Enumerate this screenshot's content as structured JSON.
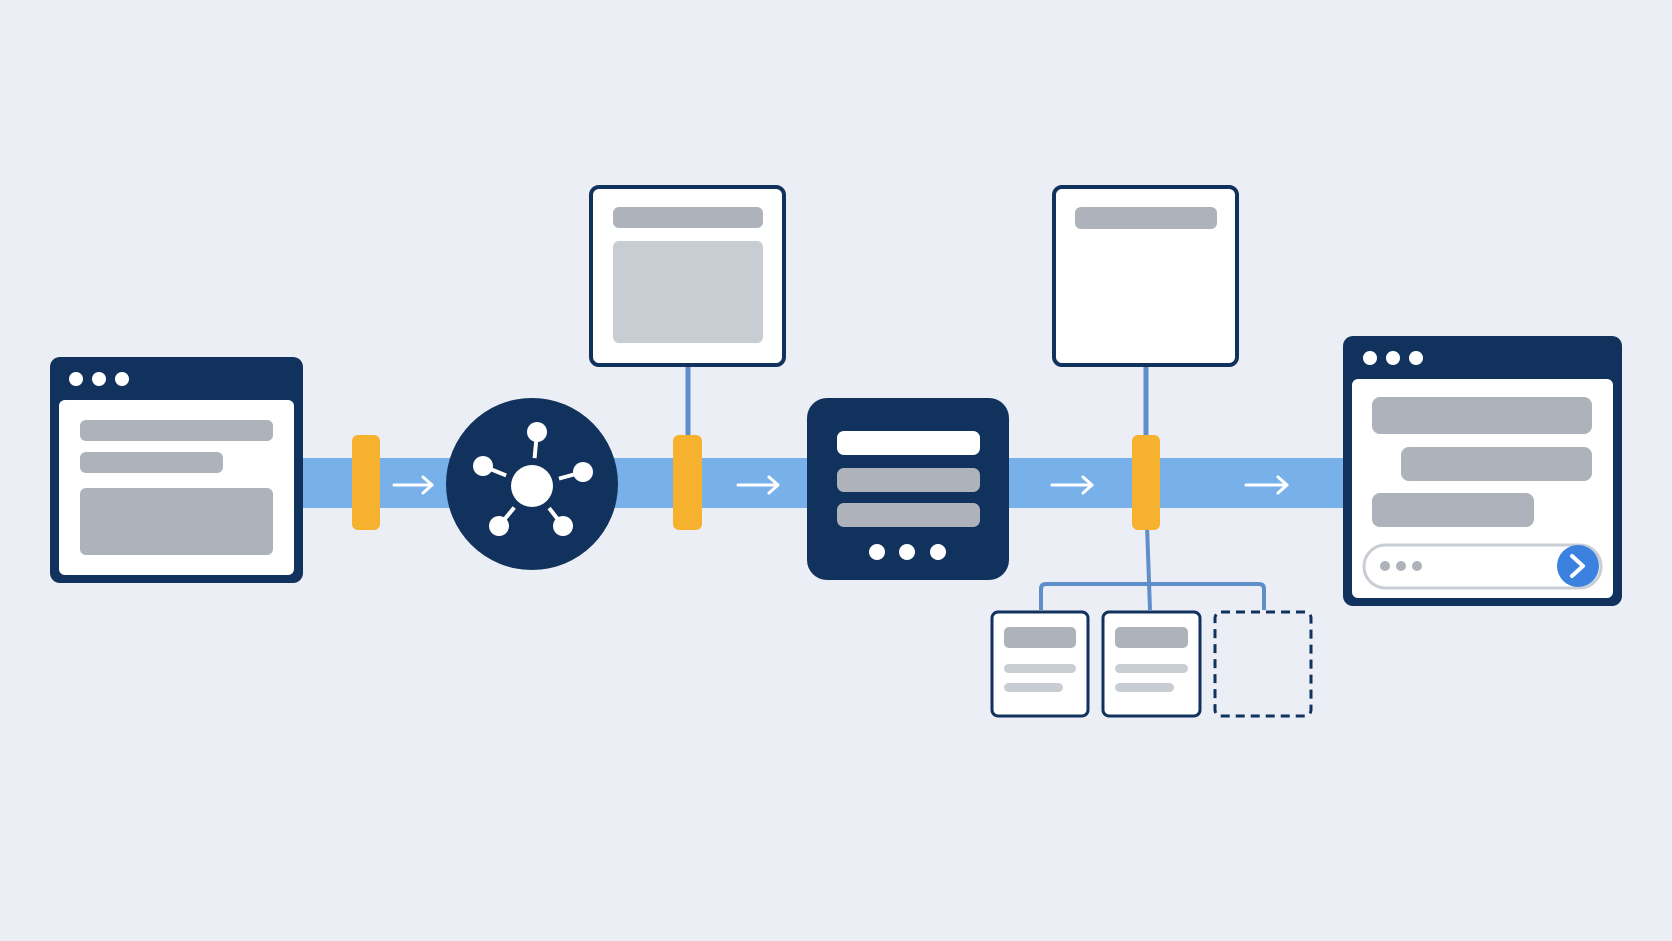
{
  "colors": {
    "background": "#EBEEF4",
    "navy": "#12325E",
    "pipe": "#78B0EA",
    "connector": "#5F8FC9",
    "gate": "#F6B12F",
    "placeholder": "#ADB2BB",
    "placeholder_light": "#C8CCD3",
    "white": "#FFFFFF",
    "send_button": "#3B82E0"
  },
  "diagram": {
    "flow_direction": "left-to-right",
    "nodes": [
      {
        "id": "source-window",
        "kind": "browser-window"
      },
      {
        "id": "hub",
        "kind": "network-hub-icon"
      },
      {
        "id": "processor",
        "kind": "server-card"
      },
      {
        "id": "chat-window",
        "kind": "browser-window-with-input"
      }
    ],
    "side_cards": [
      {
        "id": "top-card-1",
        "attached_to_gate": 2
      },
      {
        "id": "top-card-2",
        "attached_to_gate": 3
      }
    ],
    "gates": 3,
    "arrows": 4,
    "branch_cards": [
      {
        "id": "branch-card-1",
        "style": "solid"
      },
      {
        "id": "branch-card-2",
        "style": "solid"
      },
      {
        "id": "branch-card-3",
        "style": "dashed"
      }
    ]
  }
}
